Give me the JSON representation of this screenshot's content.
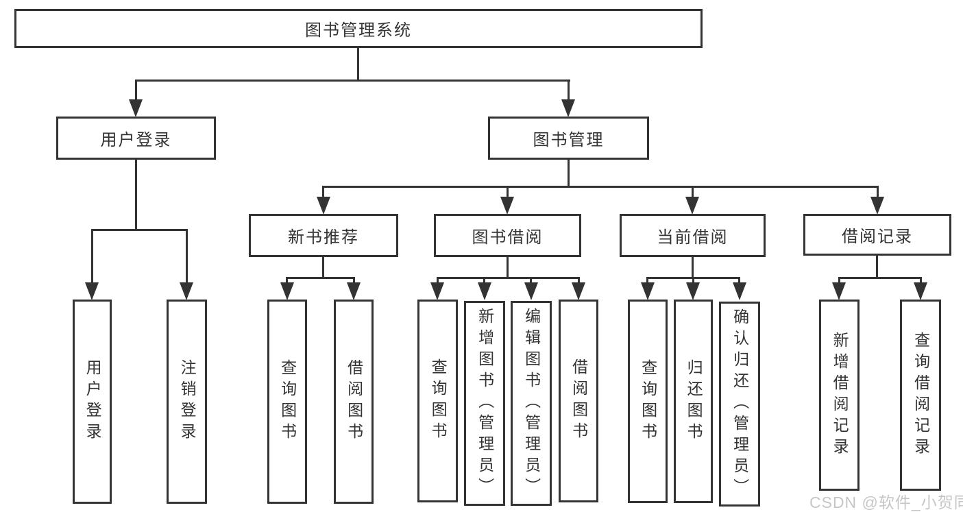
{
  "diagram": {
    "title": "图书管理系统",
    "watermark": "CSDN @软件_小贺同学",
    "colors": {
      "line": "#333333",
      "text": "#333333",
      "background": "#ffffff",
      "watermark": "#c6c6c6"
    },
    "nodes": {
      "root": "图书管理系统",
      "user_login": "用户登录",
      "book_management": "图书管理",
      "new_book_recommend": "新书推荐",
      "book_borrow": "图书借阅",
      "current_borrow": "当前借阅",
      "borrow_records": "借阅记录",
      "leaf_user_login": "用户登录",
      "leaf_logout": "注销登录",
      "rec_query_book": "查询图书",
      "rec_borrow_book": "借阅图书",
      "bb_query_book": "查询图书",
      "bb_add_book": "新增图书（管理员）",
      "bb_edit_book": "编辑图书（管理员）",
      "bb_borrow_book": "借阅图书",
      "cur_query_book": "查询图书",
      "cur_return_book": "归还图书",
      "cur_confirm_return": "确认归还（管理员）",
      "rc_add_record": "新增借阅记录",
      "rc_query_record": "查询借阅记录"
    },
    "structure": {
      "图书管理系统": {
        "用户登录": [
          "用户登录",
          "注销登录"
        ],
        "图书管理": {
          "新书推荐": [
            "查询图书",
            "借阅图书"
          ],
          "图书借阅": [
            "查询图书",
            "新增图书（管理员）",
            "编辑图书（管理员）",
            "借阅图书"
          ],
          "当前借阅": [
            "查询图书",
            "归还图书",
            "确认归还（管理员）"
          ],
          "借阅记录": [
            "新增借阅记录",
            "查询借阅记录"
          ]
        }
      }
    }
  }
}
